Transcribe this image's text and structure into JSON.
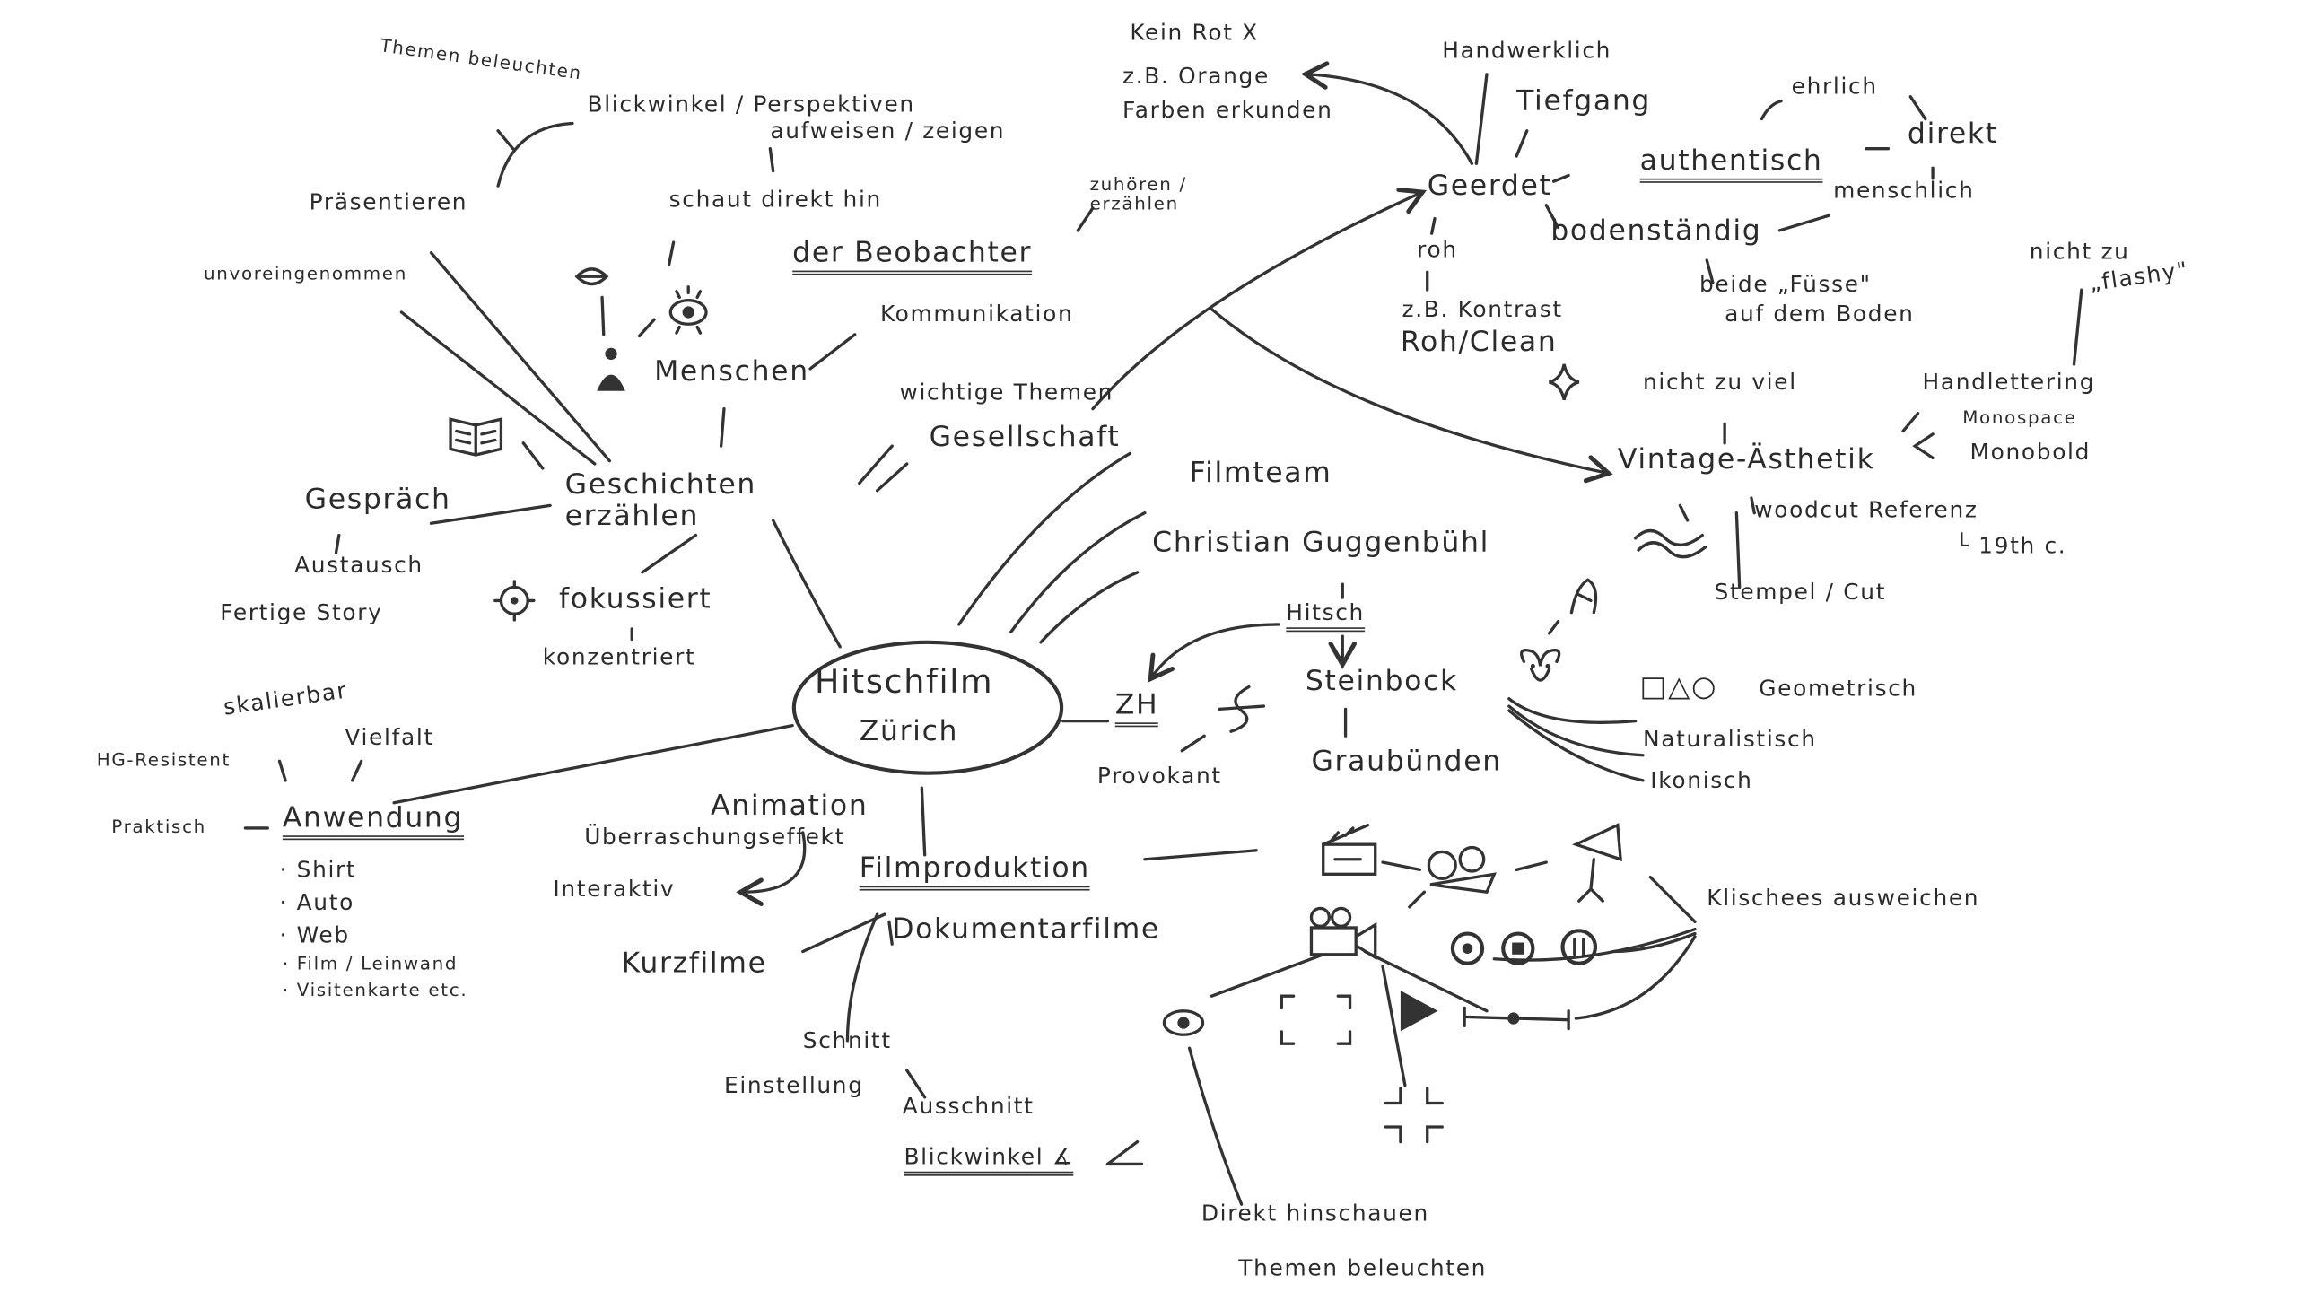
{
  "center": {
    "title": "Hitschfilm",
    "subtitle": "Zürich"
  },
  "storytelling": {
    "label": "Geschichten erzählen",
    "themen_beleuchten": "Themen beleuchten",
    "blickwinkel": "Blickwinkel / Perspektiven",
    "aufweisen": "aufweisen / zeigen",
    "praesentieren": "Präsentieren",
    "schaut": "schaut direkt hin",
    "zuhoeren": "zuhören / erzählen",
    "beobachter": "der Beobachter",
    "unvoreingenommen": "unvoreingenommen",
    "kommunikation": "Kommunikation",
    "menschen": "Menschen",
    "wichtige": "wichtige Themen",
    "gesellschaft": "Gesellschaft",
    "gespraech": "Gespräch",
    "austausch": "Austausch",
    "fertige": "Fertige Story",
    "fokussiert": "fokussiert",
    "konzentriert": "konzentriert"
  },
  "team": {
    "filmteam": "Filmteam",
    "person": "Christian Guggenbühl"
  },
  "brand": {
    "hitsch": "Hitsch",
    "steinbock": "Steinbock",
    "zh": "ZH",
    "provokant": "Provokant",
    "graubuenden": "Graubünden",
    "geometrisch": "Geometrisch",
    "geometrisch_shapes": "□△○",
    "naturalistisch": "Naturalistisch",
    "ikonisch": "Ikonisch"
  },
  "style": {
    "kein_rot": "Kein Rot X",
    "orange": "z.B. Orange",
    "farben": "Farben erkunden",
    "handwerklich": "Handwerklich",
    "tiefgang": "Tiefgang",
    "ehrlich": "ehrlich",
    "geerdet": "Geerdet",
    "authentisch": "authentisch",
    "direkt": "direkt",
    "menschlich": "menschlich",
    "roh": "roh",
    "bodenstaendig": "bodenständig",
    "kontrast": "z.B. Kontrast",
    "roh_clean": "Roh/Clean",
    "beide": "beide „Füsse\"",
    "boden": "auf dem Boden",
    "nicht_zu": "nicht zu",
    "flashy": "„flashy\"",
    "nicht_zu_viel": "nicht zu viel",
    "handlettering": "Handlettering",
    "monospace": "Monospace",
    "monobold": "Monobold",
    "vintage": "Vintage-Ästhetik",
    "woodcut": "woodcut Referenz",
    "c19": "└ 19th c.",
    "stempel": "Stempel / Cut"
  },
  "usage": {
    "label": "Anwendung",
    "skalierbar": "skalierbar",
    "hg": "HG-Resistent",
    "vielfalt": "Vielfalt",
    "praktisch": "Praktisch",
    "items": [
      "· Shirt",
      "· Auto",
      "· Web",
      "· Film / Leinwand",
      "· Visitenkarte etc."
    ]
  },
  "production": {
    "animation": "Animation",
    "ueberraschung": "Überraschungseffekt",
    "interaktiv": "Interaktiv",
    "label": "Filmproduktion",
    "kurzfilme": "Kurzfilme",
    "doku": "Dokumentarfilme",
    "schnitt": "Schnitt",
    "einstellung": "Einstellung",
    "ausschnitt": "Ausschnitt",
    "blickwinkel": "Blickwinkel ∡",
    "klischees": "Klischees ausweichen",
    "direkt": "Direkt hinschauen",
    "themen": "Themen beleuchten"
  }
}
